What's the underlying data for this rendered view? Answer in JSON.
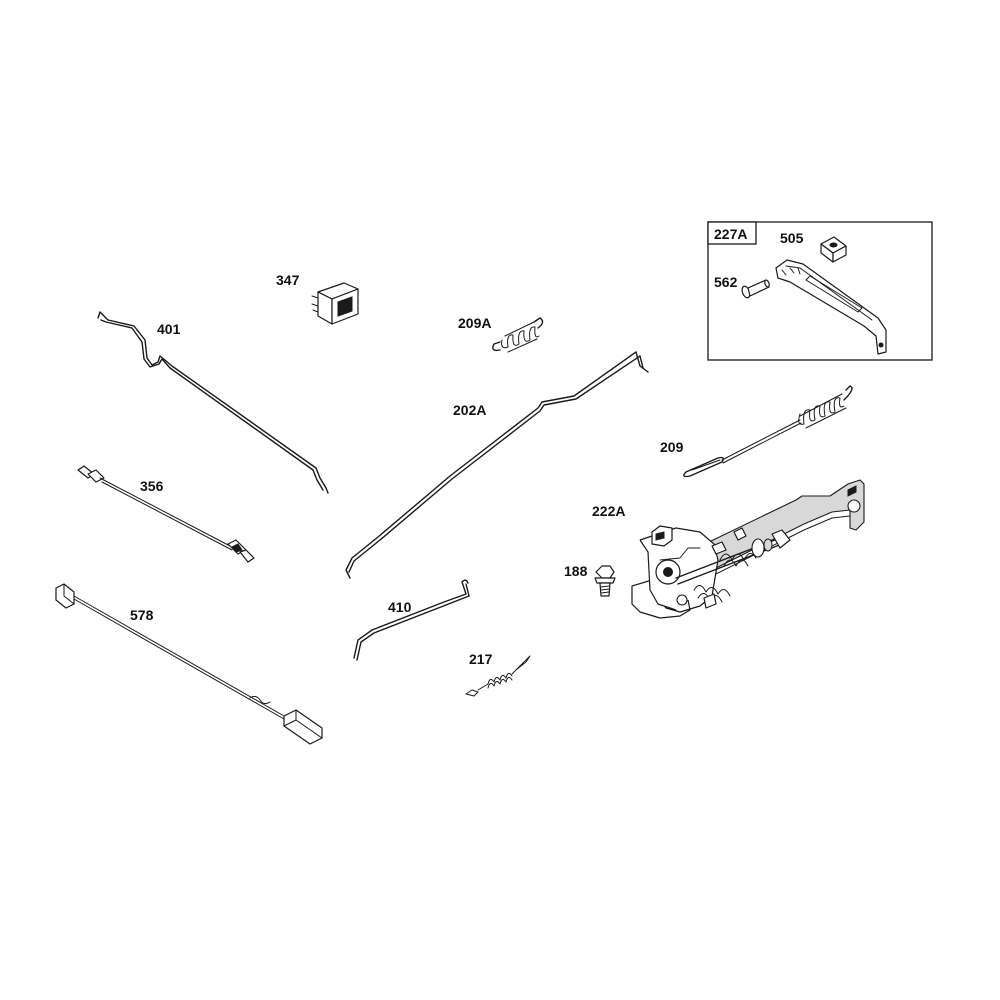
{
  "diagram": {
    "kit": {
      "label": "227A",
      "parts": [
        "505",
        "562"
      ]
    },
    "parts": [
      {
        "id": "347"
      },
      {
        "id": "401"
      },
      {
        "id": "209A"
      },
      {
        "id": "202A"
      },
      {
        "id": "356"
      },
      {
        "id": "578"
      },
      {
        "id": "410"
      },
      {
        "id": "217"
      },
      {
        "id": "209"
      },
      {
        "id": "222A"
      },
      {
        "id": "188"
      }
    ]
  }
}
